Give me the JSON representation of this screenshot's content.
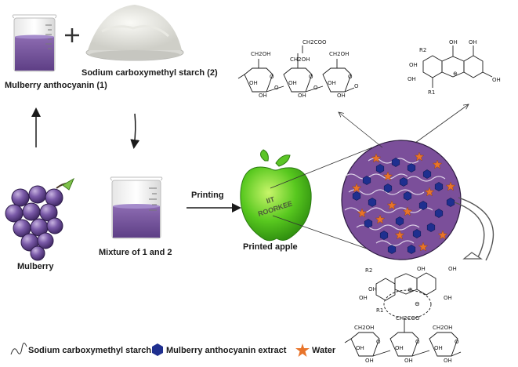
{
  "labels": {
    "anthocyanin": "Mulberry anthocyanin (1)",
    "starch": "Sodium carboxymethyl starch (2)",
    "mulberry": "Mulberry",
    "mixture": "Mixture of 1 and 2",
    "printing": "Printing",
    "printed_apple": "Printed apple",
    "apple_text_1": "IIT",
    "apple_text_2": "ROORKEE"
  },
  "legend": {
    "starch": "Sodium carboxymethyl starch",
    "anthocyanin_extract": "Mulberry anthocyanin extract",
    "water": "Water"
  },
  "chem_labels": {
    "ch2oh": "CH2OH",
    "oh": "OH",
    "o": "O",
    "ch2coo": "CH2COO",
    "r1": "R1",
    "r2": "R2",
    "plus": "⊕",
    "minus": "⊖"
  },
  "colors": {
    "purple_liquid": "#7a5a9e",
    "circle_fill": "#7b4f9a",
    "hexagon": "#1f2f8f",
    "star": "#e8742a",
    "apple_green": "#4cc21d",
    "grape": "#6a4c93"
  },
  "icons": [
    "beaker-icon",
    "powder-bowl-icon",
    "grape-bunch-icon",
    "apple-icon",
    "hexagon-icon",
    "star-icon",
    "squiggle-icon"
  ]
}
